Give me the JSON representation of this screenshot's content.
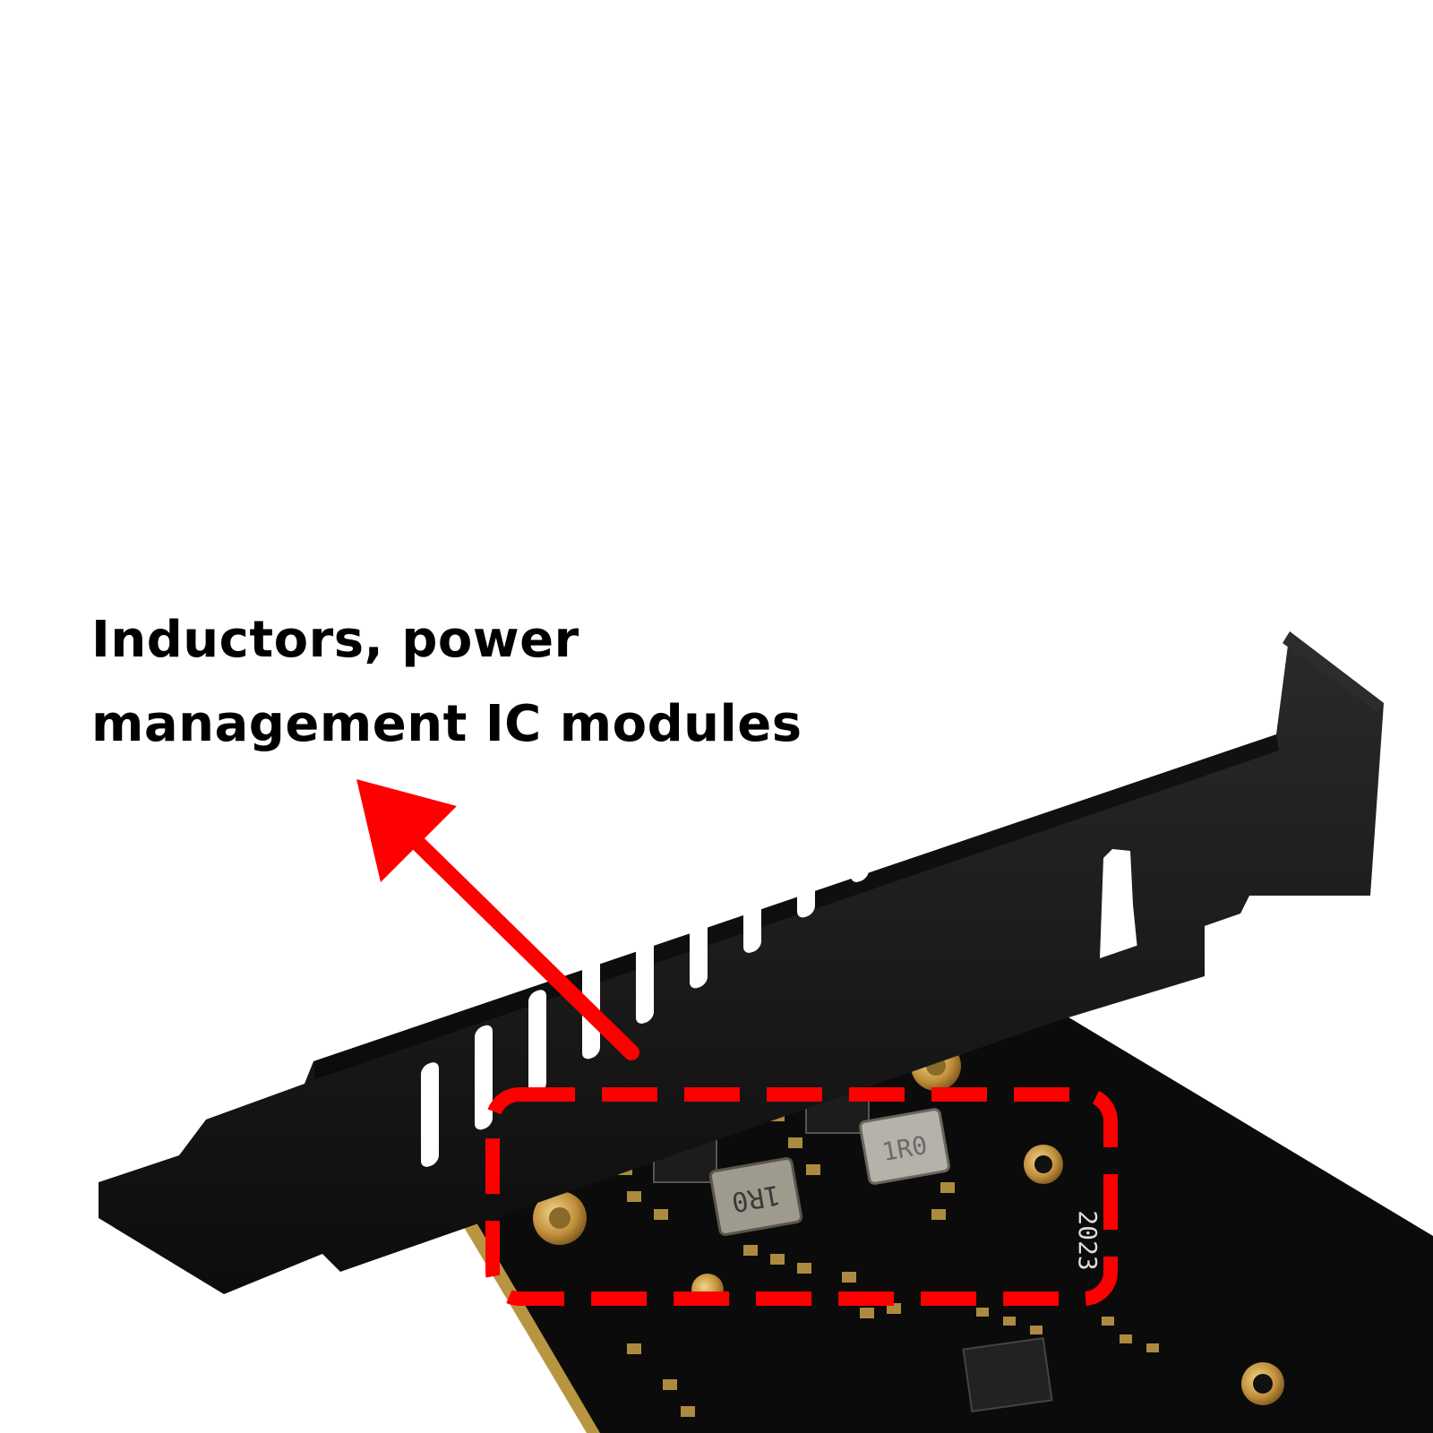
{
  "caption": {
    "line1": "Inductors, power",
    "line2": "management IC modules"
  },
  "board_markings": {
    "inductor_left": "1R0",
    "inductor_right": "1R0",
    "year": "2023"
  },
  "colors": {
    "accent": "#ff0000",
    "bracket": "#111111",
    "pcb": "#0b0b0b",
    "gold": "#c9a24a"
  }
}
